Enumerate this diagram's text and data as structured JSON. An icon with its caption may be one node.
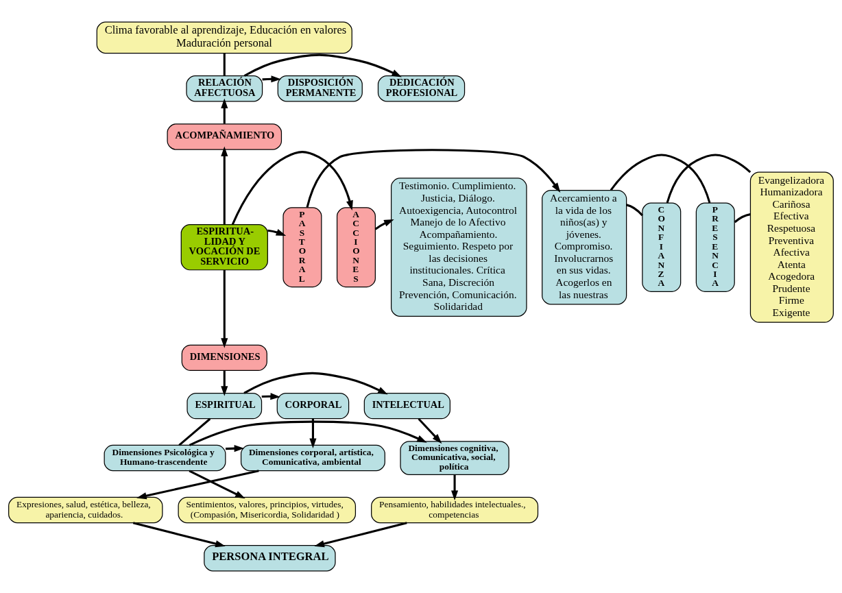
{
  "diagram": {
    "nodes": [
      {
        "text": [
          "Clima favorable al aprendizaje, Educación en valores Maduración personal"
        ]
      },
      {
        "text": [
          "DEDICACIÓN PROFESIONAL"
        ]
      },
      {
        "text": [
          "RELACIÓN AFECTUOSA"
        ]
      },
      {
        "text": [
          "DISPOSICIÓN PERMANENTE"
        ]
      },
      {
        "text": [
          "Testimonio. Cumplimiento. Justicia, Diálogo. Autoexigencia, Autocontrol Manejo de lo Afectivo Acompañamiento. Seguimiento. Respeto por las decisiones institucionales. Crítica Sana, Discreción Prevención, Comunicación. Solidaridad"
        ]
      },
      {
        "text": [
          "ACOMPAÑAMIENTO"
        ]
      },
      {
        "text": [
          "ACCIONES"
        ]
      },
      {
        "text": [
          "ESPIRITUA- LIDAD Y VOCACIÓN DE SERVICIO"
        ]
      },
      {
        "text": [
          "PASTORAL"
        ]
      },
      {
        "text": [
          "Acercamiento a la vida de los niños(as) y jóvenes. Compromiso. Involucrarnos en sus vidas. Acogerlos en las nuestras"
        ]
      },
      {
        "text": [
          "CONFIANZA"
        ]
      },
      {
        "text": [
          "PRESENCIA"
        ]
      },
      {
        "text": [
          "Evangelizadora Humanizadora Cariñosa Efectiva Respetuosa Preventiva Afectiva Atenta Acogedora Prudente Firme Exigente"
        ]
      },
      {
        "text": [
          "DIMENSIONES"
        ]
      },
      {
        "text": [
          "CORPORAL"
        ]
      },
      {
        "text": [
          "ESPIRITUAL"
        ]
      },
      {
        "text": [
          "INTELECTUAL"
        ]
      },
      {
        "text": [
          "Dimensiones corporal, artística, Comunicativa, ambiental"
        ]
      },
      {
        "text": [
          "Dimensiones Psicológica y Humano-trascendente"
        ]
      },
      {
        "text": [
          "Dimensiones cognitiva, Comunicativa, social, política"
        ]
      },
      {
        "text": [
          "Expresiones, salud, estética, belleza, apariencia, cuidados."
        ]
      },
      {
        "text": [
          "Sentimientos, valores, principios, virtudes, (Compasión, Misericordia, Solidaridad )"
        ]
      },
      {
        "text": [
          "Pensamiento, habilidades intelectuales., competencias"
        ]
      },
      {
        "text": [
          "PERSONA INTEGRAL"
        ]
      }
    ],
    "edges": [
      {
        "from": 2,
        "to": 1,
        "arrow": "to"
      },
      {
        "from": 2,
        "to": 3,
        "arrow": "to"
      },
      {
        "from": 2,
        "to": 0,
        "arrow": "none"
      },
      {
        "from": 5,
        "to": 2,
        "arrow": "to"
      },
      {
        "from": 7,
        "to": 5,
        "arrow": "to"
      },
      {
        "from": 7,
        "to": 6,
        "arrow": "to"
      },
      {
        "from": 7,
        "to": 8,
        "arrow": "to"
      },
      {
        "from": 7,
        "to": 13,
        "arrow": "to"
      },
      {
        "from": 6,
        "to": 4,
        "arrow": "to"
      },
      {
        "from": 8,
        "to": 9,
        "arrow": "to"
      },
      {
        "from": 9,
        "to": 10,
        "arrow": "none"
      },
      {
        "from": 9,
        "to": 11,
        "arrow": "none"
      },
      {
        "from": 10,
        "to": 12,
        "arrow": "none"
      },
      {
        "from": 11,
        "to": 12,
        "arrow": "none"
      },
      {
        "from": 13,
        "to": 15,
        "arrow": "to"
      },
      {
        "from": 15,
        "to": 14,
        "arrow": "to"
      },
      {
        "from": 15,
        "to": 16,
        "arrow": "to"
      },
      {
        "from": 15,
        "to": 18,
        "arrow": "none"
      },
      {
        "from": 14,
        "to": 17,
        "arrow": "to"
      },
      {
        "from": 16,
        "to": 19,
        "arrow": "to"
      },
      {
        "from": 18,
        "to": 17,
        "arrow": "to"
      },
      {
        "from": 18,
        "to": 19,
        "arrow": "to"
      },
      {
        "from": 17,
        "to": 20,
        "arrow": "to"
      },
      {
        "from": 18,
        "to": 21,
        "arrow": "to"
      },
      {
        "from": 19,
        "to": 22,
        "arrow": "to"
      },
      {
        "from": 20,
        "to": 23,
        "arrow": "to"
      },
      {
        "from": 22,
        "to": 23,
        "arrow": "to"
      }
    ]
  }
}
